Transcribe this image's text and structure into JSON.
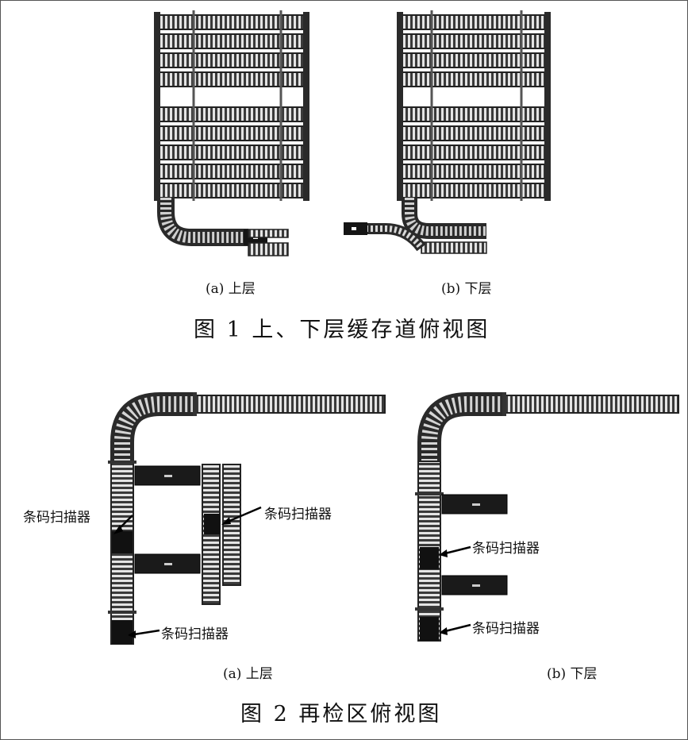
{
  "figure1": {
    "sub_a": "(a)  上层",
    "sub_b": "(b)  下层",
    "title": "图 1    上、下层缓存道俯视图"
  },
  "figure2": {
    "sub_a": "(a)  上层",
    "sub_b": "(b)  下层",
    "title": "图 2    再检区俯视图",
    "scanner_label": "条码扫描器"
  }
}
